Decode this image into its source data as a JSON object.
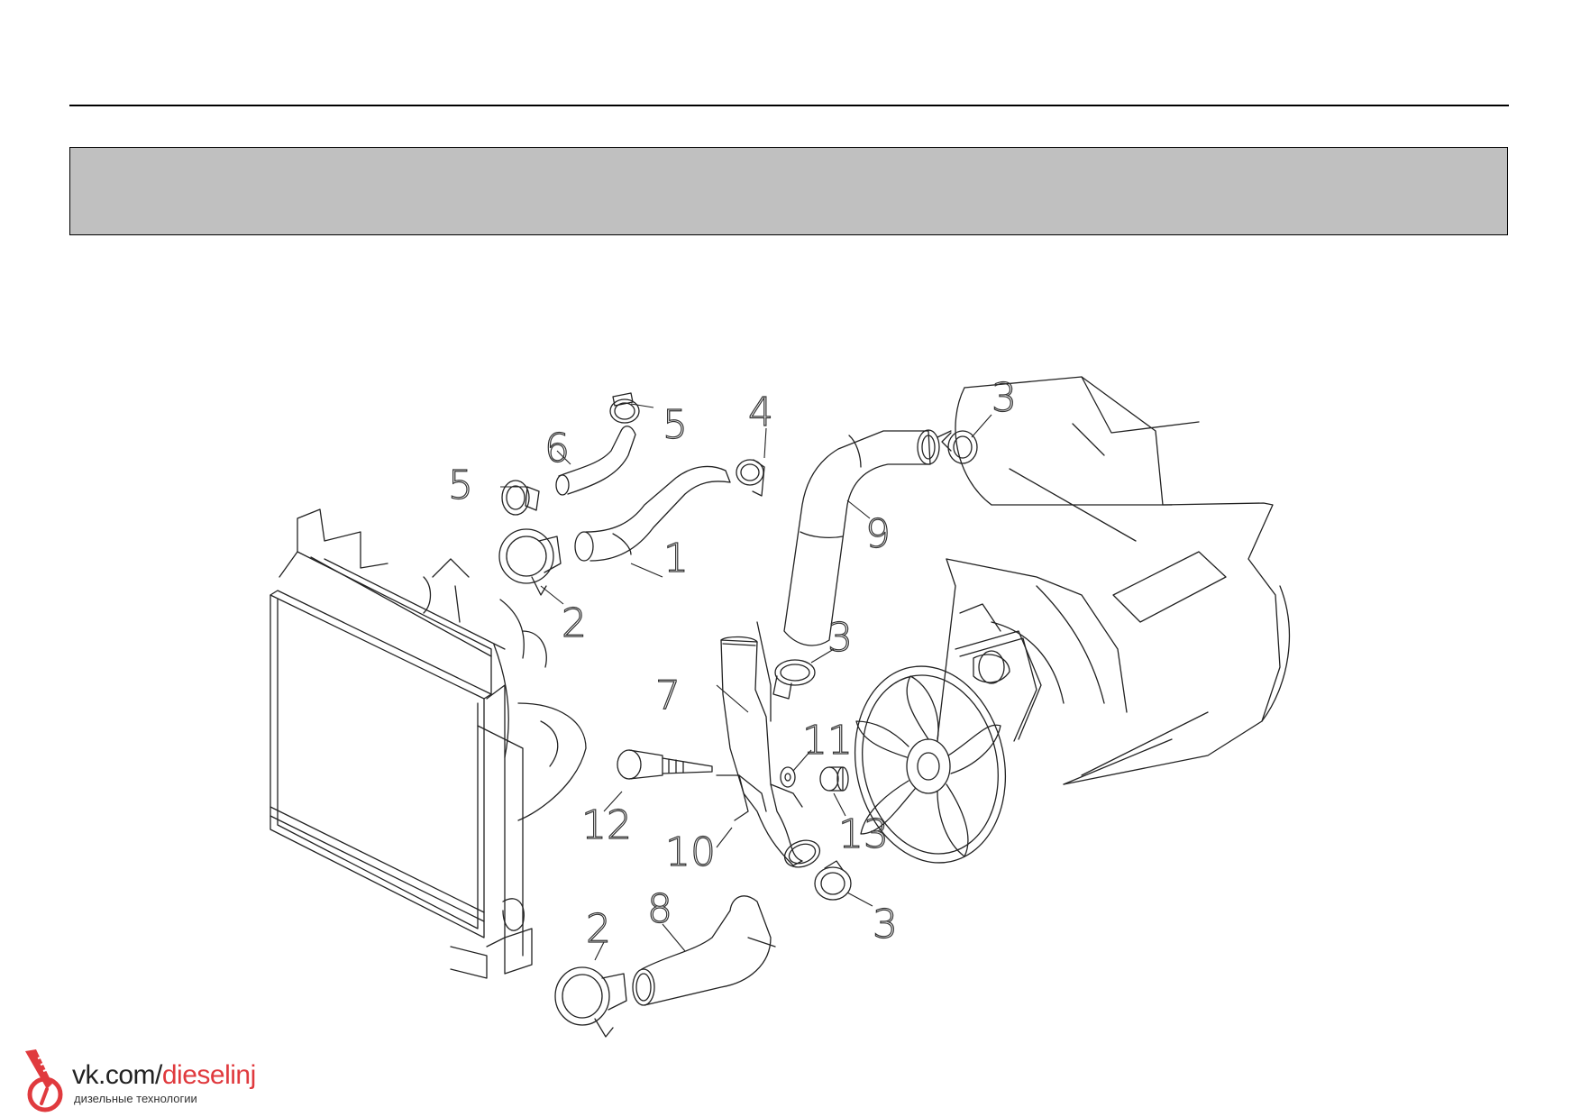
{
  "callouts": [
    {
      "id": "c1",
      "label": "1"
    },
    {
      "id": "c2a",
      "label": "2"
    },
    {
      "id": "c2b",
      "label": "2"
    },
    {
      "id": "c3a",
      "label": "3"
    },
    {
      "id": "c3b",
      "label": "3"
    },
    {
      "id": "c3c",
      "label": "3"
    },
    {
      "id": "c4",
      "label": "4"
    },
    {
      "id": "c5a",
      "label": "5"
    },
    {
      "id": "c5b",
      "label": "5"
    },
    {
      "id": "c6",
      "label": "6"
    },
    {
      "id": "c7",
      "label": "7"
    },
    {
      "id": "c8",
      "label": "8"
    },
    {
      "id": "c9",
      "label": "9"
    },
    {
      "id": "c10",
      "label": "10"
    },
    {
      "id": "c11",
      "label": "11"
    },
    {
      "id": "c12",
      "label": "12"
    },
    {
      "id": "c13",
      "label": "13"
    }
  ],
  "watermark": {
    "url_prefix": "vk.com/",
    "url_accent": "dieselinj",
    "tagline": "дизельные технологии",
    "accent_color": "#e03a3e"
  }
}
